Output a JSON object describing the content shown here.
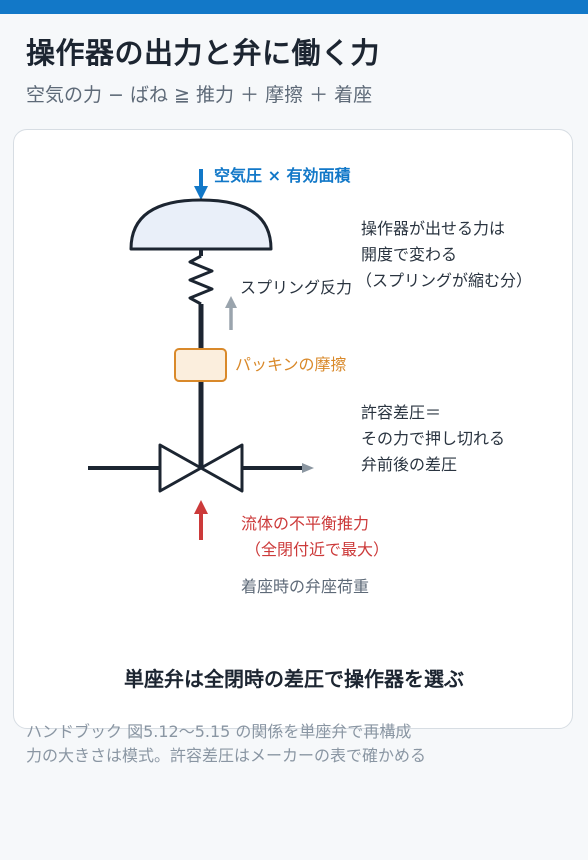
{
  "header": {
    "title": "操作器の出力と弁に働く力",
    "subtitle": "空気の力 − ばね ≧ 推力 ＋ 摩擦 ＋ 着座"
  },
  "diagram": {
    "air_pressure_label": "空気圧 × 有効面積",
    "actuator_note": [
      "操作器が出せる力は",
      "開度で変わる",
      "（スプリングが縮む分）"
    ],
    "spring_label": "スプリング反力",
    "packing_label": "パッキンの摩擦",
    "allowable_dp_note": [
      "許容差圧＝",
      "その力で押し切れる",
      "弁前後の差圧"
    ],
    "unbalance_label": [
      "流体の不平衡推力",
      "（全閉付近で最大）"
    ],
    "seat_load_label": "着座時の弁座荷重",
    "conclusion": "単座弁は全閉時の差圧で操作器を選ぶ"
  },
  "footnote": [
    "ハンドブック 図5.12〜5.15 の関係を単座弁で再構成",
    "力の大きさは模式。許容差圧はメーカーの表で確かめる"
  ],
  "colors": {
    "accent_blue": "#1278c8",
    "packing_orange": "#d9892a",
    "unbalance_red": "#cc3a3a",
    "spring_gray": "#9aa4ad"
  }
}
